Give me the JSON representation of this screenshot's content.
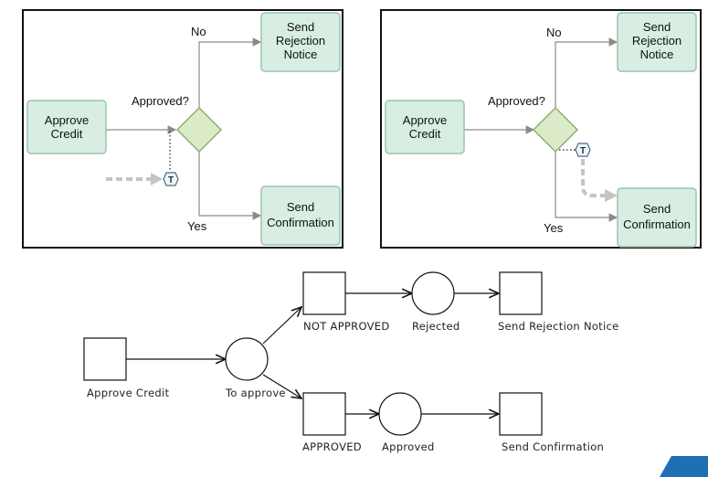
{
  "colors": {
    "task_fill": "#d8eee3",
    "task_stroke": "#9cc4ae",
    "gateway_fill": "#dcebc7",
    "gateway_stroke": "#8fae73",
    "flow": "#8a8a8a",
    "dashed": "#c4c4c4",
    "accent": "#1f6fb4"
  },
  "top_left": {
    "approve": [
      "Approve",
      "Credit"
    ],
    "question": "Approved?",
    "no": "No",
    "yes": "Yes",
    "reject": [
      "Send",
      "Rejection",
      "Notice"
    ],
    "confirm": [
      "Send",
      "Confirmation"
    ],
    "marker": "T"
  },
  "top_right": {
    "approve": [
      "Approve",
      "Credit"
    ],
    "question": "Approved?",
    "no": "No",
    "yes": "Yes",
    "reject": [
      "Send",
      "Rejection",
      "Notice"
    ],
    "confirm": [
      "Send",
      "Confirmation"
    ],
    "marker": "T"
  },
  "petri": {
    "approve_credit": "Approve Credit",
    "to_approve": "To approve",
    "not_approved": "NOT APPROVED",
    "rejected": "Rejected",
    "send_rejection": "Send Rejection Notice",
    "approved_t": "APPROVED",
    "approved_p": "Approved",
    "send_confirmation": "Send Confirmation"
  }
}
